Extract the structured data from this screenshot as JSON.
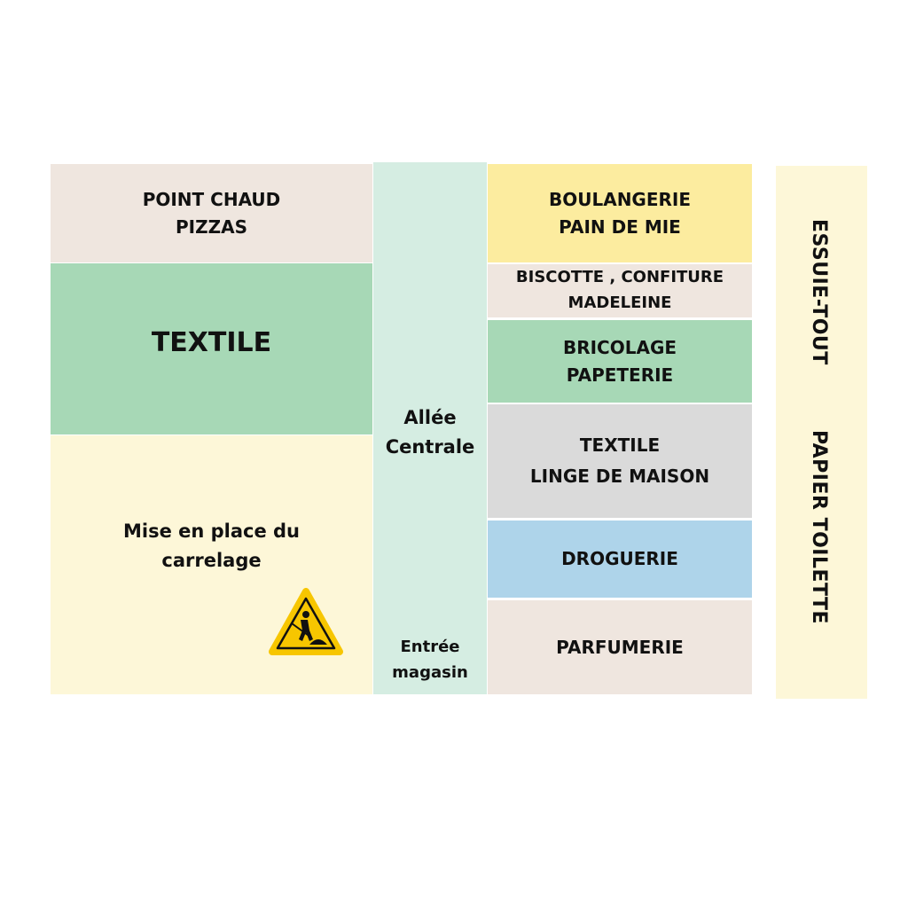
{
  "colors": {
    "beige": "#EFE6DF",
    "green": "#A7D8B6",
    "cream": "#FDF7D8",
    "aisle": "#D5EDE2",
    "yellow": "#FCEC9F",
    "grey": "#DADADA",
    "blue": "#AED4EA"
  },
  "left": {
    "point_chaud": [
      "POINT CHAUD",
      "PIZZAS"
    ],
    "textile": "TEXTILE",
    "works": [
      "Mise en place du",
      "carrelage"
    ],
    "works_icon": "road-works-warning-icon"
  },
  "aisle": {
    "label": [
      "Allée",
      "Centrale"
    ],
    "entrance": [
      "Entrée",
      "magasin"
    ]
  },
  "right": {
    "boulangerie": [
      "BOULANGERIE",
      "PAIN DE MIE"
    ],
    "biscotte": [
      "BISCOTTE , CONFITURE",
      "MADELEINE"
    ],
    "bricolage": [
      "BRICOLAGE",
      "PAPETERIE"
    ],
    "textile": [
      "TEXTILE",
      "LINGE DE MAISON"
    ],
    "droguerie": "DROGUERIE",
    "parfumerie": "PARFUMERIE"
  },
  "wall": {
    "top": "ESSUIE-TOUT",
    "bottom": "PAPIER TOILETTE"
  }
}
